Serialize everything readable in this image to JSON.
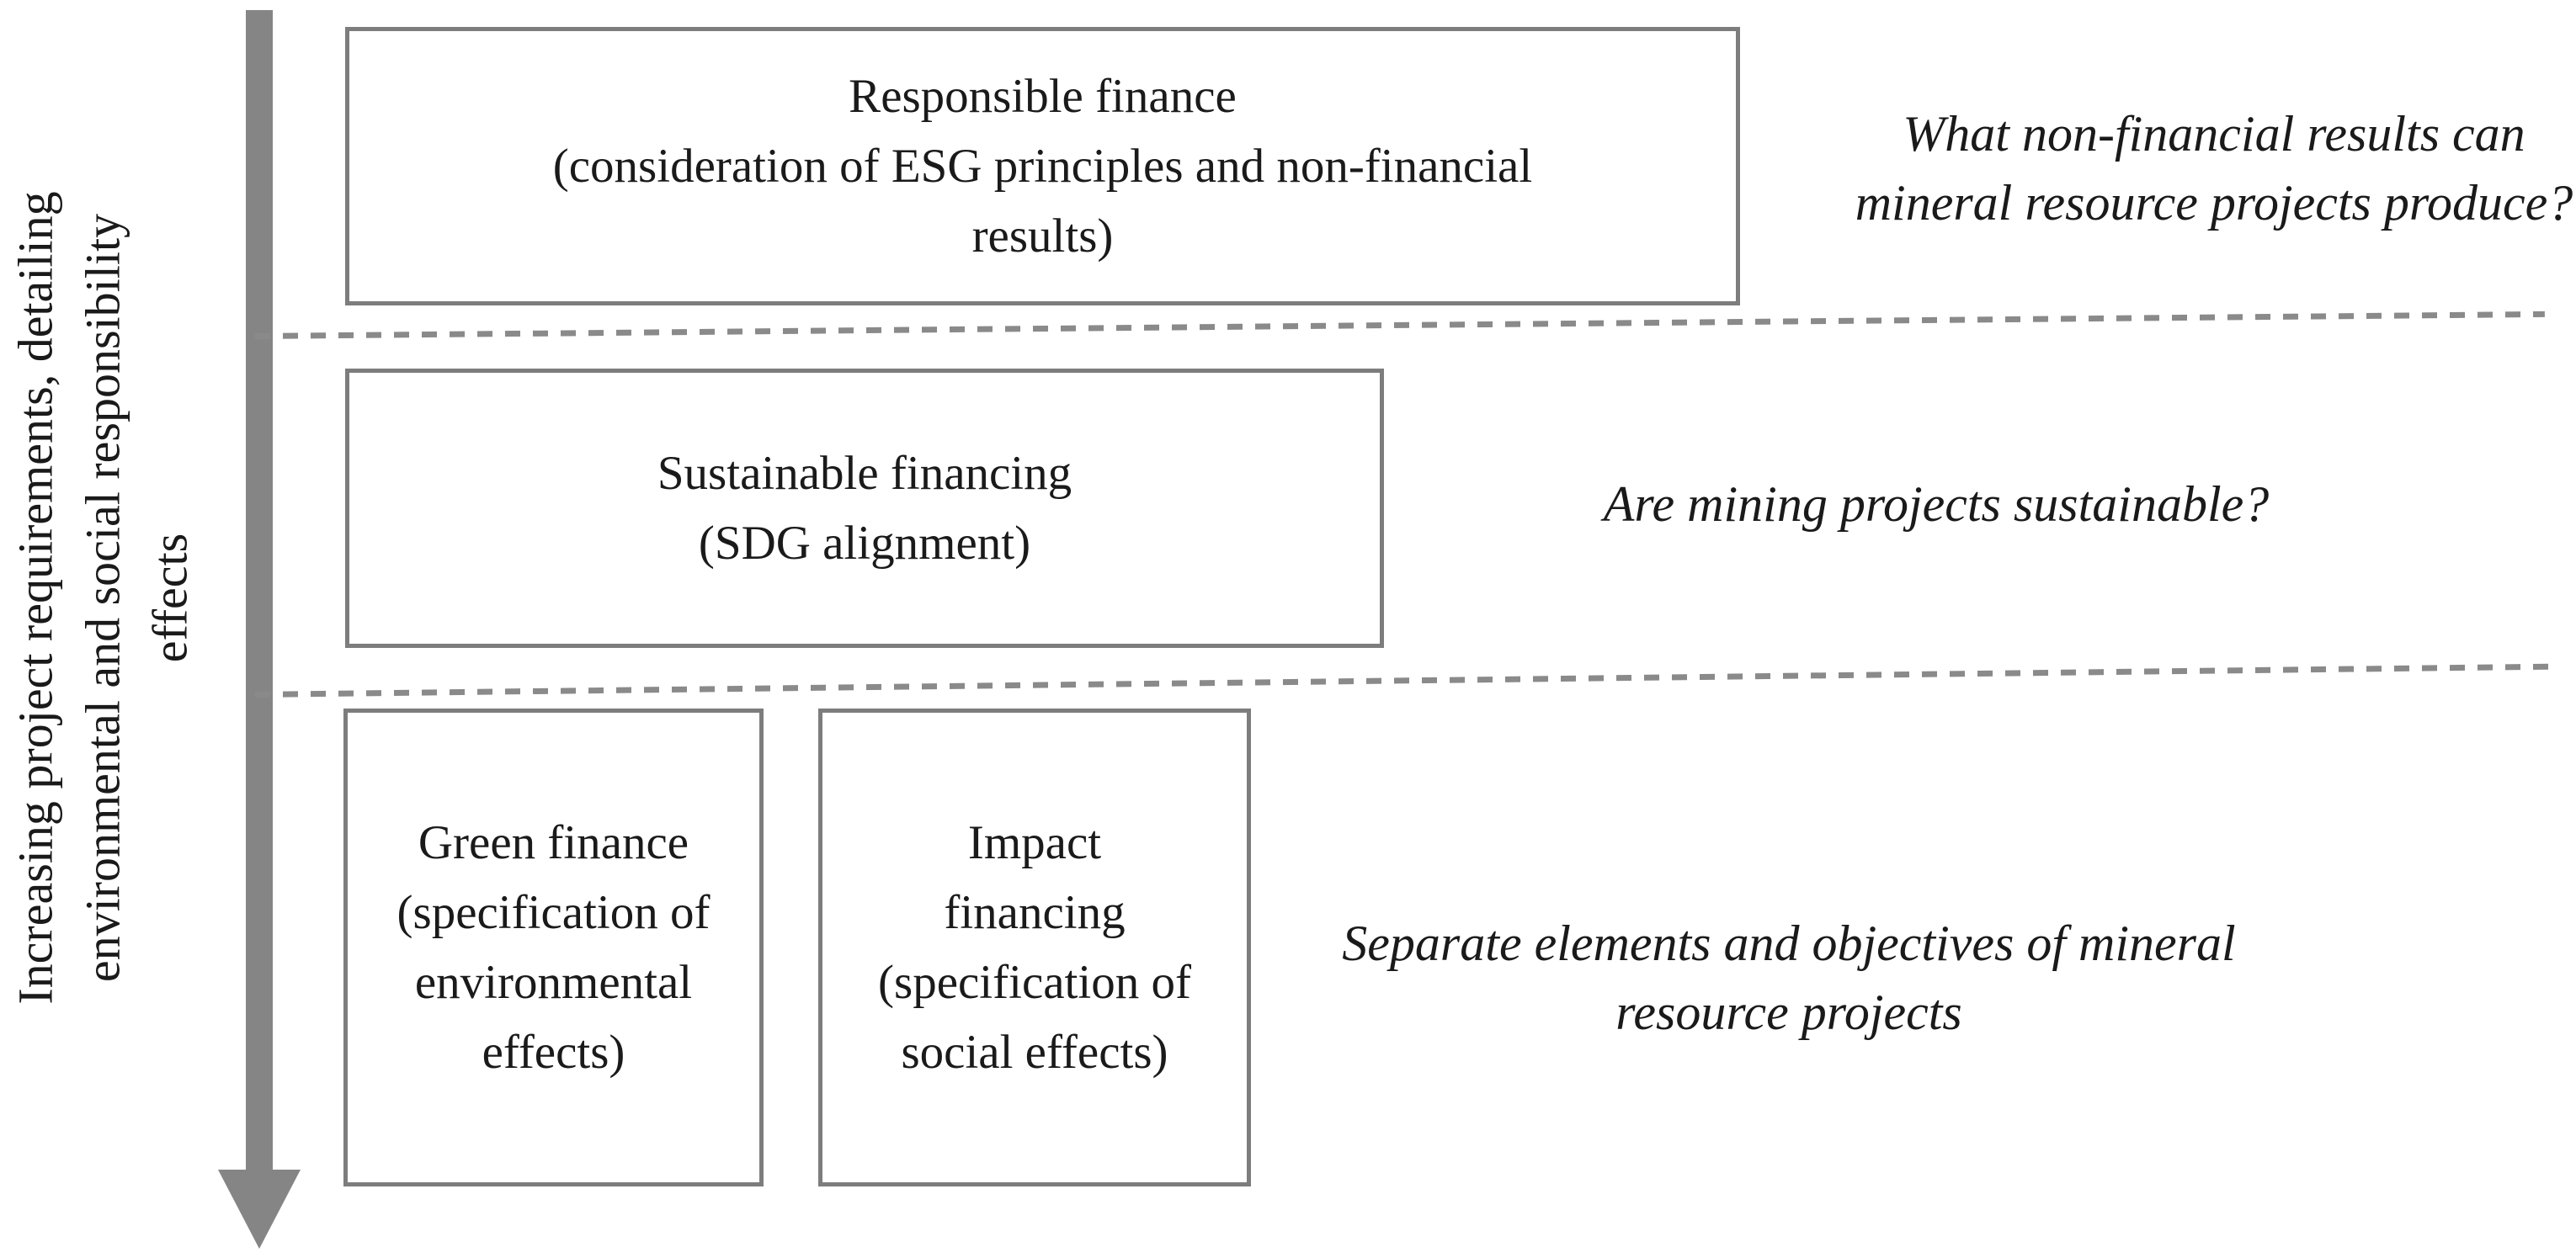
{
  "diagram": {
    "arrow_label": "Increasing project requirements, detailing\nenvironmental and social responsibility\neffects",
    "levels": {
      "responsible": {
        "box": "Responsible finance\n(consideration of ESG principles and non-financial\nresults)",
        "annotation": "What non-financial results can\nmineral resource projects produce?"
      },
      "sustainable": {
        "box": "Sustainable financing\n(SDG alignment)",
        "annotation": "Are mining projects sustainable?"
      },
      "separate": {
        "box_green": "Green finance\n(specification of\nenvironmental\neffects)",
        "box_impact": "Impact\nfinancing\n(specification of\nsocial effects)",
        "annotation": "Separate elements and objectives of mineral\nresource projects"
      }
    },
    "colors": {
      "arrow": "#858585",
      "box_border": "#7d7d7d",
      "dash": "#8a8a8a",
      "text": "#1a1a1a",
      "background": "#ffffff"
    }
  }
}
